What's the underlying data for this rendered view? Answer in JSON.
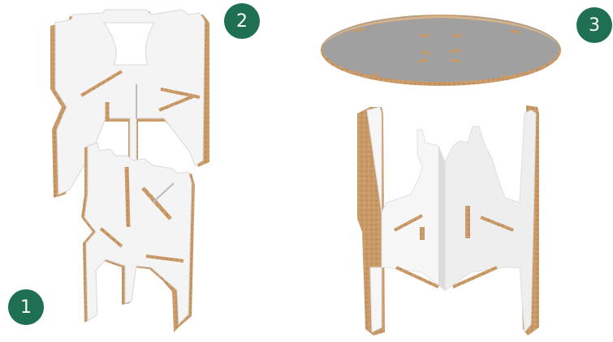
{
  "steps": [
    {
      "number": "1"
    },
    {
      "number": "2"
    },
    {
      "number": "3"
    }
  ],
  "colors": {
    "badge": "#1f6f52",
    "badge_text": "#ffffff",
    "panel_face": "#f4f4f4",
    "panel_shade": "#e4e4e4",
    "cardboard_edge": "#c99a68",
    "tabletop": "#a0a0a0",
    "slot": "#8a6a4a"
  }
}
